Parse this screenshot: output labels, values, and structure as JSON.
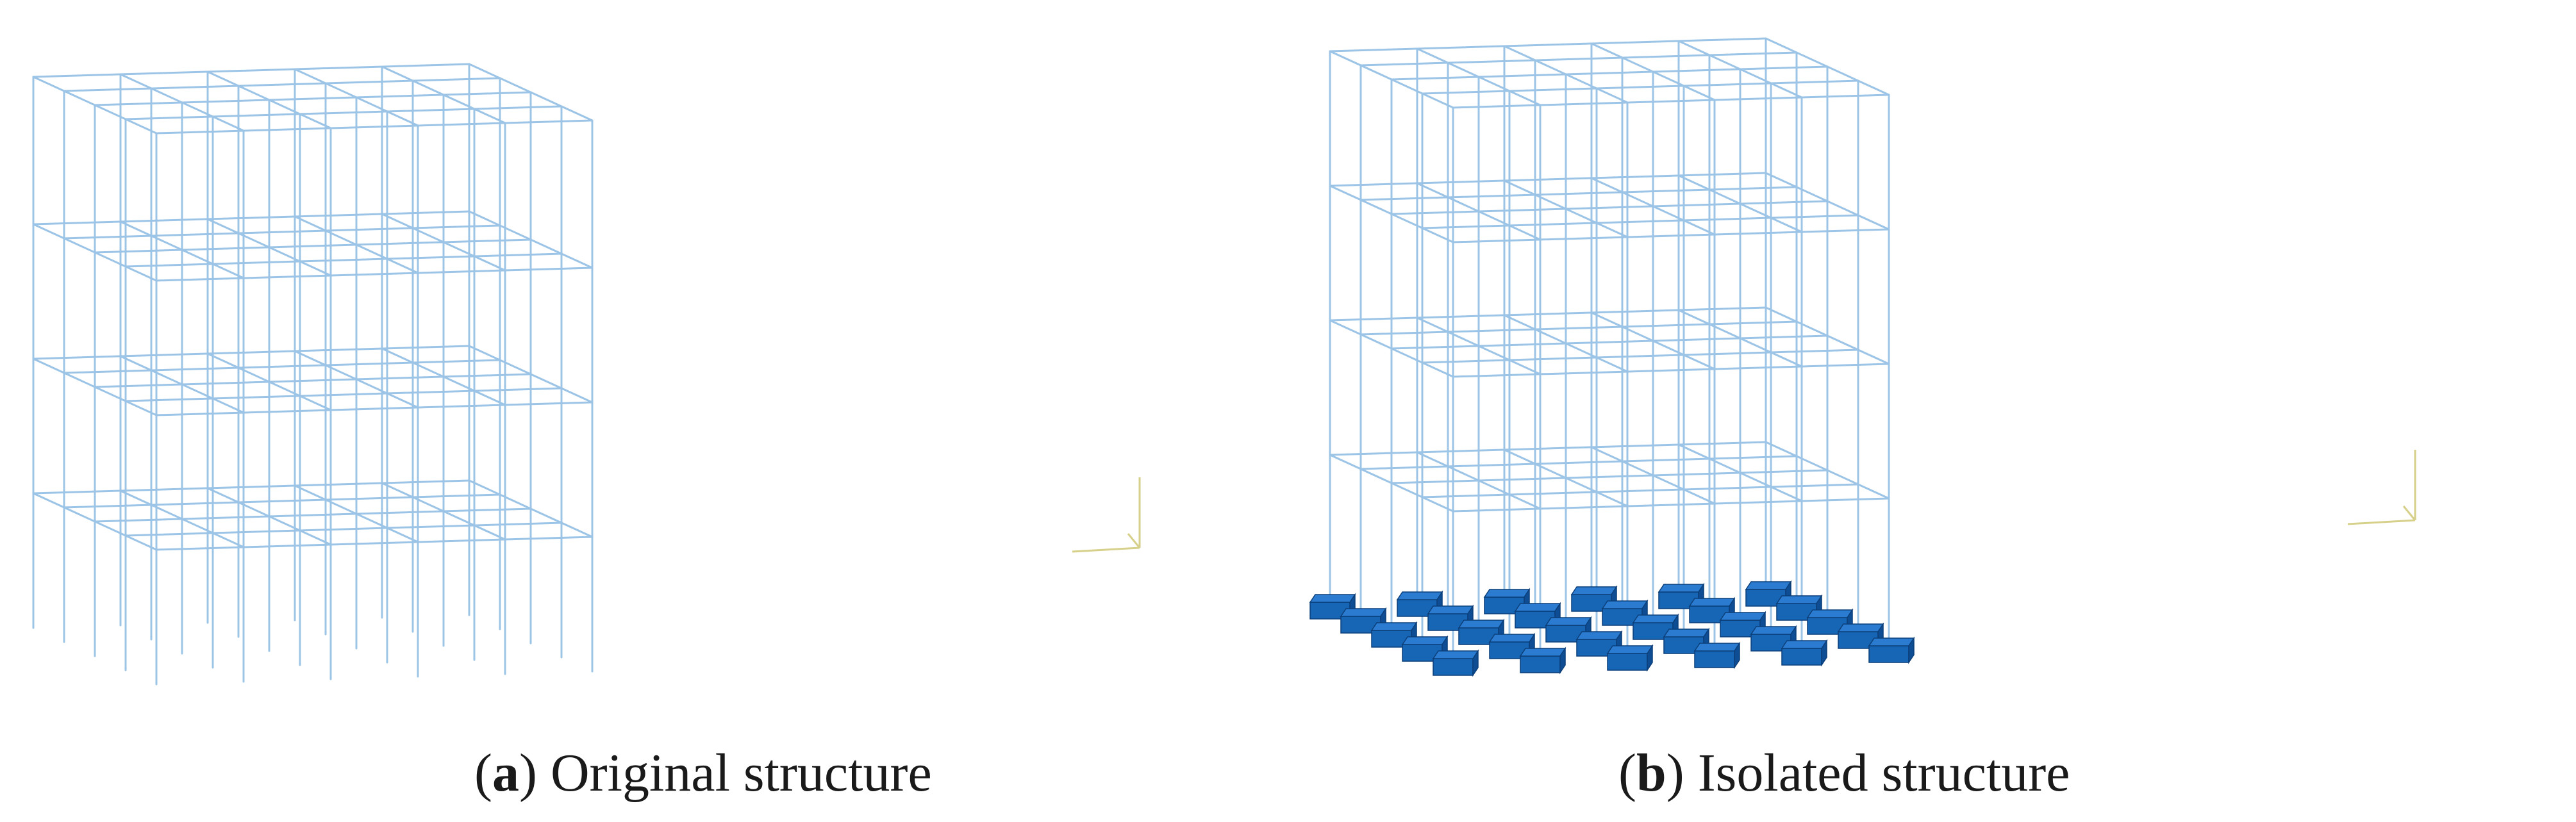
{
  "figures": [
    {
      "id": "a",
      "tag": "a",
      "label": "Original structure",
      "isolated": false
    },
    {
      "id": "b",
      "tag": "b",
      "label": "Isolated structure",
      "isolated": true
    }
  ],
  "colors": {
    "frame": "#9cc4e6",
    "bearing_top": "#2b7bd0",
    "bearing_front": "#1765b5",
    "bearing_side": "#0e4d94",
    "axis": "#d6d08a"
  }
}
